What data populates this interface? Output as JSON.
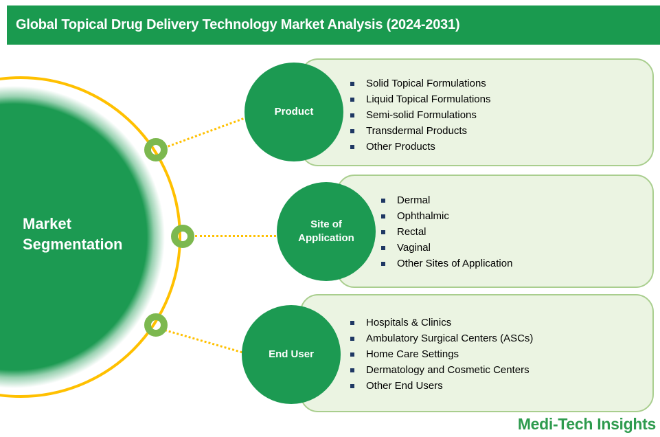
{
  "header": {
    "title": "Global Topical Drug Delivery Technology Market Analysis (2024-2031)"
  },
  "hub": {
    "label": "Market Segmentation"
  },
  "segments": [
    {
      "label": "Product",
      "items": [
        "Solid Topical Formulations",
        "Liquid Topical Formulations",
        "Semi-solid Formulations",
        "Transdermal Products",
        "Other Products"
      ]
    },
    {
      "label": "Site of Application",
      "items": [
        "Dermal",
        "Ophthalmic",
        "Rectal",
        "Vaginal",
        "Other Sites of Application"
      ]
    },
    {
      "label": "End User",
      "items": [
        "Hospitals & Clinics",
        "Ambulatory Surgical Centers (ASCs)",
        "Home Care Settings",
        "Dermatology and Cosmetic Centers",
        "Other End Users"
      ]
    }
  ],
  "footer": {
    "brand": "Medi-Tech Insights"
  },
  "colors": {
    "banner_green": "#1a9a4f",
    "circle_green": "#1c9a52",
    "box_background": "#ebf4e2",
    "box_border": "#a9ce8e",
    "accent_yellow": "#ffc000",
    "connector_green": "#7cb84f",
    "bullet_navy": "#1f3864",
    "brand_green": "#2e9b4e"
  }
}
